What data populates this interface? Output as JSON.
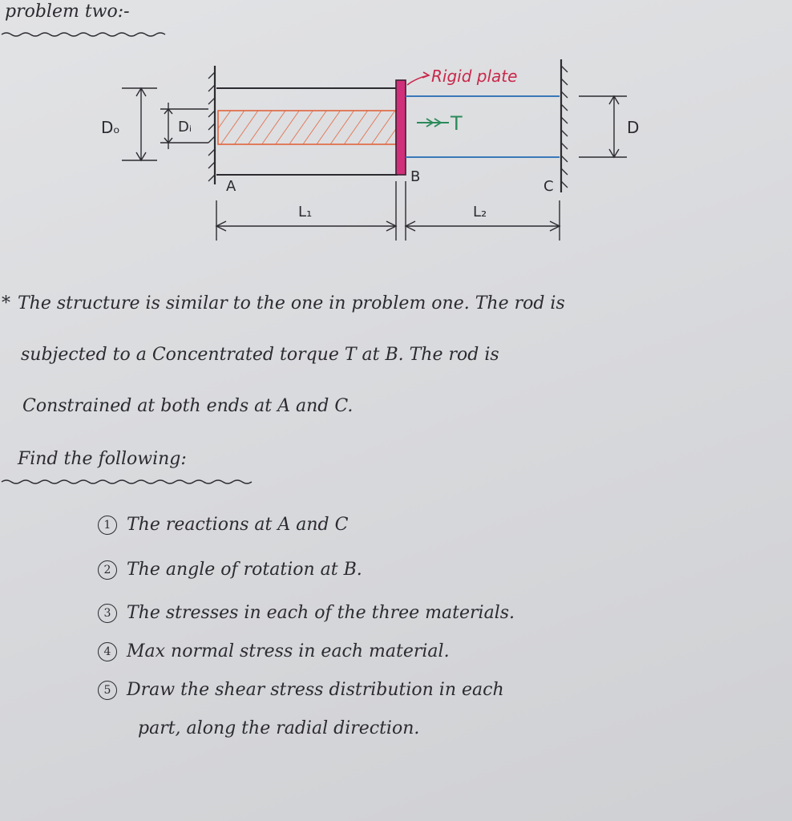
{
  "heading": "problem two:-",
  "diagram": {
    "label_rigid_plate": "Rigid plate",
    "label_torque": "T",
    "label_Do": "Dₒ",
    "label_Di": "Dᵢ",
    "label_D": "D",
    "label_A": "A",
    "label_B": "B",
    "label_C": "C",
    "label_L1": "L₁",
    "label_L2": "L₂"
  },
  "paragraph": {
    "line1": "The structure is similar to the one in problem one. The rod is",
    "line2": "subjected to a Concentrated torque T at B. The rod is",
    "line3": "Constrained at both ends at A and C."
  },
  "find_heading": "Find the following:",
  "items": [
    {
      "num": "1",
      "text": "The reactions at A and C"
    },
    {
      "num": "2",
      "text": "The angle of rotation at B."
    },
    {
      "num": "3",
      "text": "The stresses in each of the three materials."
    },
    {
      "num": "4",
      "text": "Max normal stress in each material."
    },
    {
      "num": "5",
      "text": "Draw the shear stress distribution in each"
    }
  ],
  "item5_continued": "part, along the radial direction.",
  "colors": {
    "hatch": "#e0643c",
    "plate": "#d0307a",
    "torque": "#2a8a5a",
    "rigid_label": "#c8284a",
    "rod_right": "#3a78b8"
  }
}
